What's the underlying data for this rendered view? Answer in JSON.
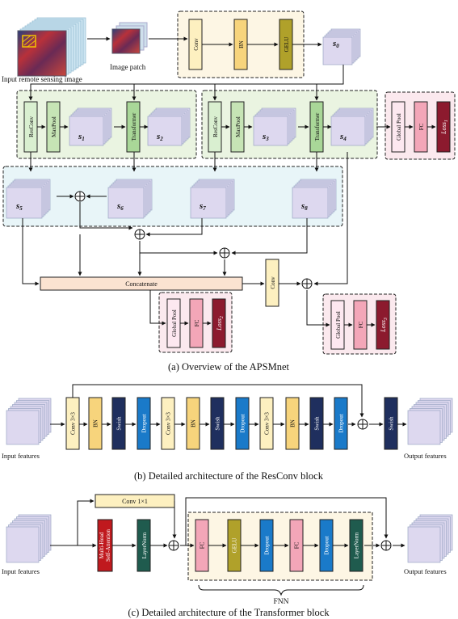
{
  "colors": {
    "conv": "#fdf0c0",
    "bn": "#f7d47c",
    "gelu": "#b0a12a",
    "resconv": "#d9efd0",
    "maxpool": "#c6e4b5",
    "transformer": "#a9d798",
    "globalpool": "#fde8f0",
    "fc": "#f3a6b8",
    "loss": "#8c1a2e",
    "concat": "#fbe3d1",
    "swish": "#1f2f5e",
    "dropout": "#1a7ac9",
    "mhsa": "#c0191e",
    "layernorm": "#1f5b4e",
    "feature_stack": "#ddd8ef",
    "panel_green": "#eaf4e1",
    "panel_blue": "#e8f5f8",
    "panel_pink": "#fbe9ee",
    "panel_yellow": "#fdf6e4"
  },
  "panel_a": {
    "input_label": "Input remote sensing image",
    "patch_label": "Image patch",
    "stem": [
      "Conv",
      "BN",
      "GELU"
    ],
    "s0": "s",
    "s0_sub": "0",
    "stage1": {
      "resconv": "ResConv",
      "maxpool": "MaxPool",
      "transformer": "Transformer",
      "sa": "1",
      "sb": "2"
    },
    "stage2": {
      "resconv": "ResConv",
      "maxpool": "MaxPool",
      "transformer": "Transformer",
      "sa": "3",
      "sb": "4"
    },
    "fusion_subs": [
      "5",
      "6",
      "7",
      "8"
    ],
    "head1": {
      "gp": "Global Pool",
      "fc": "FC",
      "loss": "Loss",
      "loss_sub": "1"
    },
    "head2": {
      "gp": "Global Pool",
      "fc": "FC",
      "loss": "Loss",
      "loss_sub": "2"
    },
    "head3": {
      "gp": "Global Pool",
      "fc": "FC",
      "loss": "Loss",
      "loss_sub": "3"
    },
    "concatenate": "Concatenate",
    "conv": "Conv",
    "caption": "(a)  Overview of the APSMnet"
  },
  "panel_b": {
    "input": "Input features",
    "output": "Output features",
    "blocks": [
      "Conv 3×3",
      "BN",
      "Swish",
      "Dropout",
      "Conv 3×3",
      "BN",
      "Swish",
      "Dropout",
      "Conv 3×3",
      "BN",
      "Swish",
      "Dropout"
    ],
    "final": "Swish",
    "caption": "(b)  Detailed architecture of the ResConv block"
  },
  "panel_c": {
    "input": "Input features",
    "output": "Output features",
    "conv": "Conv 1×1",
    "mhsa_1": "Multi-Head",
    "mhsa_2": "Self-Attention",
    "layernorm": "LayerNorm",
    "fnn_blocks": [
      "FC",
      "GELU",
      "Dropout",
      "FC",
      "Dropout",
      "LayerNorm"
    ],
    "fnn_label": "FNN",
    "caption": "(c)  Detailed architecture of the Transformer block"
  }
}
